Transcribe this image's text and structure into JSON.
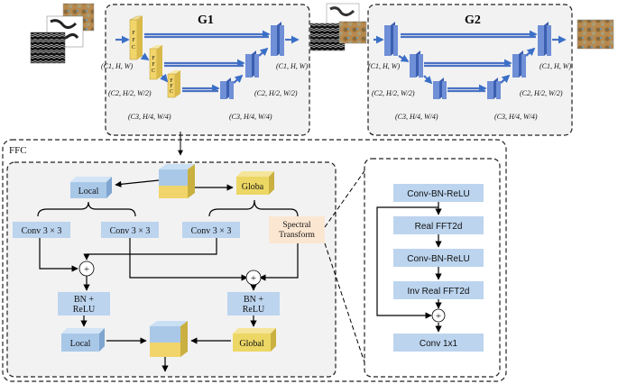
{
  "colors": {
    "blue_block": "#6f8fd6",
    "blue_block_dark": "#3b5fb0",
    "yellow_block": "#f1d46a",
    "light_blue": "#a9c8e8",
    "light_blue_box": "#bcd4ee",
    "peach_box": "#fbe6d2",
    "global_yellow": "#ecd764",
    "skip_arrow": "#3a6fc7"
  },
  "top": {
    "g1": {
      "title": "G1",
      "ffc_label": "F\nF\nC",
      "labels": {
        "in_c1": "(C1, H, W)",
        "in_c2": "(C2, H/2, W/2)",
        "in_c3": "(C3, H/4, W/4)",
        "out_c1": "(C1, H, W)",
        "out_c2": "(C2, H/2, W/2)",
        "out_c3": "(C3, H/4, W/4)"
      }
    },
    "g2": {
      "title": "G2",
      "labels": {
        "in_c1": "(C1, H, W)",
        "in_c2": "(C2, H/2, W/2)",
        "in_c3": "(C3, H/4, W/4)",
        "out_c1": "(C1, H, W)",
        "out_c2": "(C2, H/2, W/2)",
        "out_c3": "(C3, H/4, W/4)"
      }
    }
  },
  "ffc": {
    "title": "FFC",
    "local_top": "Local",
    "global_top": "Globa",
    "conv_a": "Conv 3 × 3",
    "conv_b": "Conv 3 × 3",
    "conv_c": "Conv 3 × 3",
    "spectral": "Spectral\nTransform",
    "bn_left": "BN +\nReLU",
    "bn_right": "BN +\nReLU",
    "local_bottom": "Local",
    "global_bottom": "Global",
    "plus": "+"
  },
  "spectral_detail": {
    "steps": [
      "Conv-BN-ReLU",
      "Real FFT2d",
      "Conv-BN-ReLU",
      "Inv Real FFT2d",
      "Conv 1x1"
    ],
    "plus": "+"
  }
}
